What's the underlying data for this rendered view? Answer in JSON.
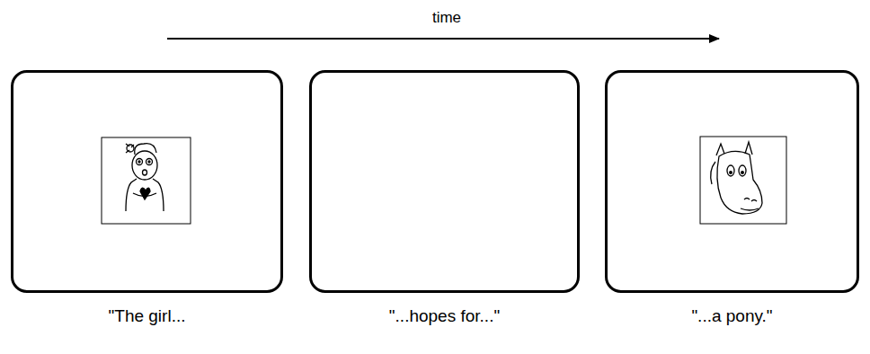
{
  "diagram": {
    "nodes": [
      {
        "text": [
          "\"The girl..."
        ]
      },
      {
        "text": [
          "\"...hopes for...\""
        ]
      },
      {
        "text": [
          "\"...a pony.\""
        ]
      }
    ],
    "labels": [
      "time"
    ]
  }
}
